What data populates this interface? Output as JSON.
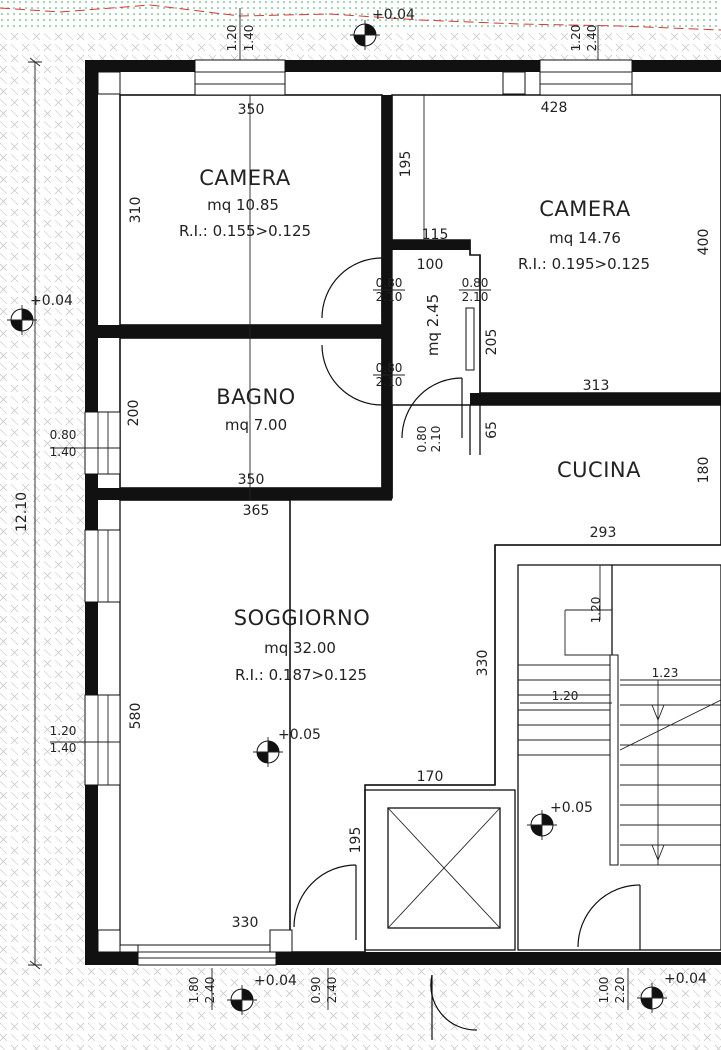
{
  "rooms": {
    "camera1": {
      "name": "CAMERA",
      "area": "mq  10.85",
      "ri": "R.I.:  0.155>0.125"
    },
    "camera2": {
      "name": "CAMERA",
      "area": "mq  14.76",
      "ri": "R.I.:  0.195>0.125"
    },
    "bagno": {
      "name": "BAGNO",
      "area": "mq  7.00"
    },
    "cucina": {
      "name": "CUCINA"
    },
    "soggiorno": {
      "name": "SOGGIORNO",
      "area": "mq  32.00",
      "ri": "R.I.:  0.187>0.125"
    },
    "corridor": {
      "area": "mq  2.45"
    }
  },
  "dimensions": {
    "d350_top": "350",
    "d428": "428",
    "d310": "310",
    "d195_top": "195",
    "d400": "400",
    "d115": "115",
    "d100": "100",
    "d205": "205",
    "d313": "313",
    "d200": "200",
    "d350_mid": "350",
    "d65": "65",
    "d180": "180",
    "d365": "365",
    "d293": "293",
    "d330_right": "330",
    "d580": "580",
    "d170": "170",
    "d195_bottom": "195",
    "d330_bottom": "330",
    "d1210": "12.10",
    "stair_120a": "1.20",
    "stair_123": "1.23",
    "stair_120b": "1.20"
  },
  "openings": {
    "top_left": {
      "w": "1.20",
      "h": "1.40"
    },
    "top_right": {
      "w": "1.20",
      "h": "2.40"
    },
    "door_cam1": {
      "w": "0.80",
      "h": "2.10"
    },
    "door_cam2": {
      "w": "0.80",
      "h": "2.10"
    },
    "door_bagno": {
      "w": "0.80",
      "h": "2.10"
    },
    "door_cucina": {
      "w": "0.80",
      "h": "2.10"
    },
    "left_bagno": {
      "w": "0.80",
      "h": "1.40"
    },
    "left_soggiorno": {
      "w": "1.20",
      "h": "1.40"
    },
    "bottom_window": {
      "w": "1.80",
      "h": "2.40"
    },
    "bottom_door": {
      "w": "0.90",
      "h": "2.40"
    },
    "bottom_right": {
      "w": "1.00",
      "h": "2.20"
    }
  },
  "levels": {
    "top": "+0.04",
    "left": "+0.04",
    "soggiorno": "+0.05",
    "landing": "+0.05",
    "bottom_left": "+0.04",
    "bottom_right": "+0.04"
  }
}
